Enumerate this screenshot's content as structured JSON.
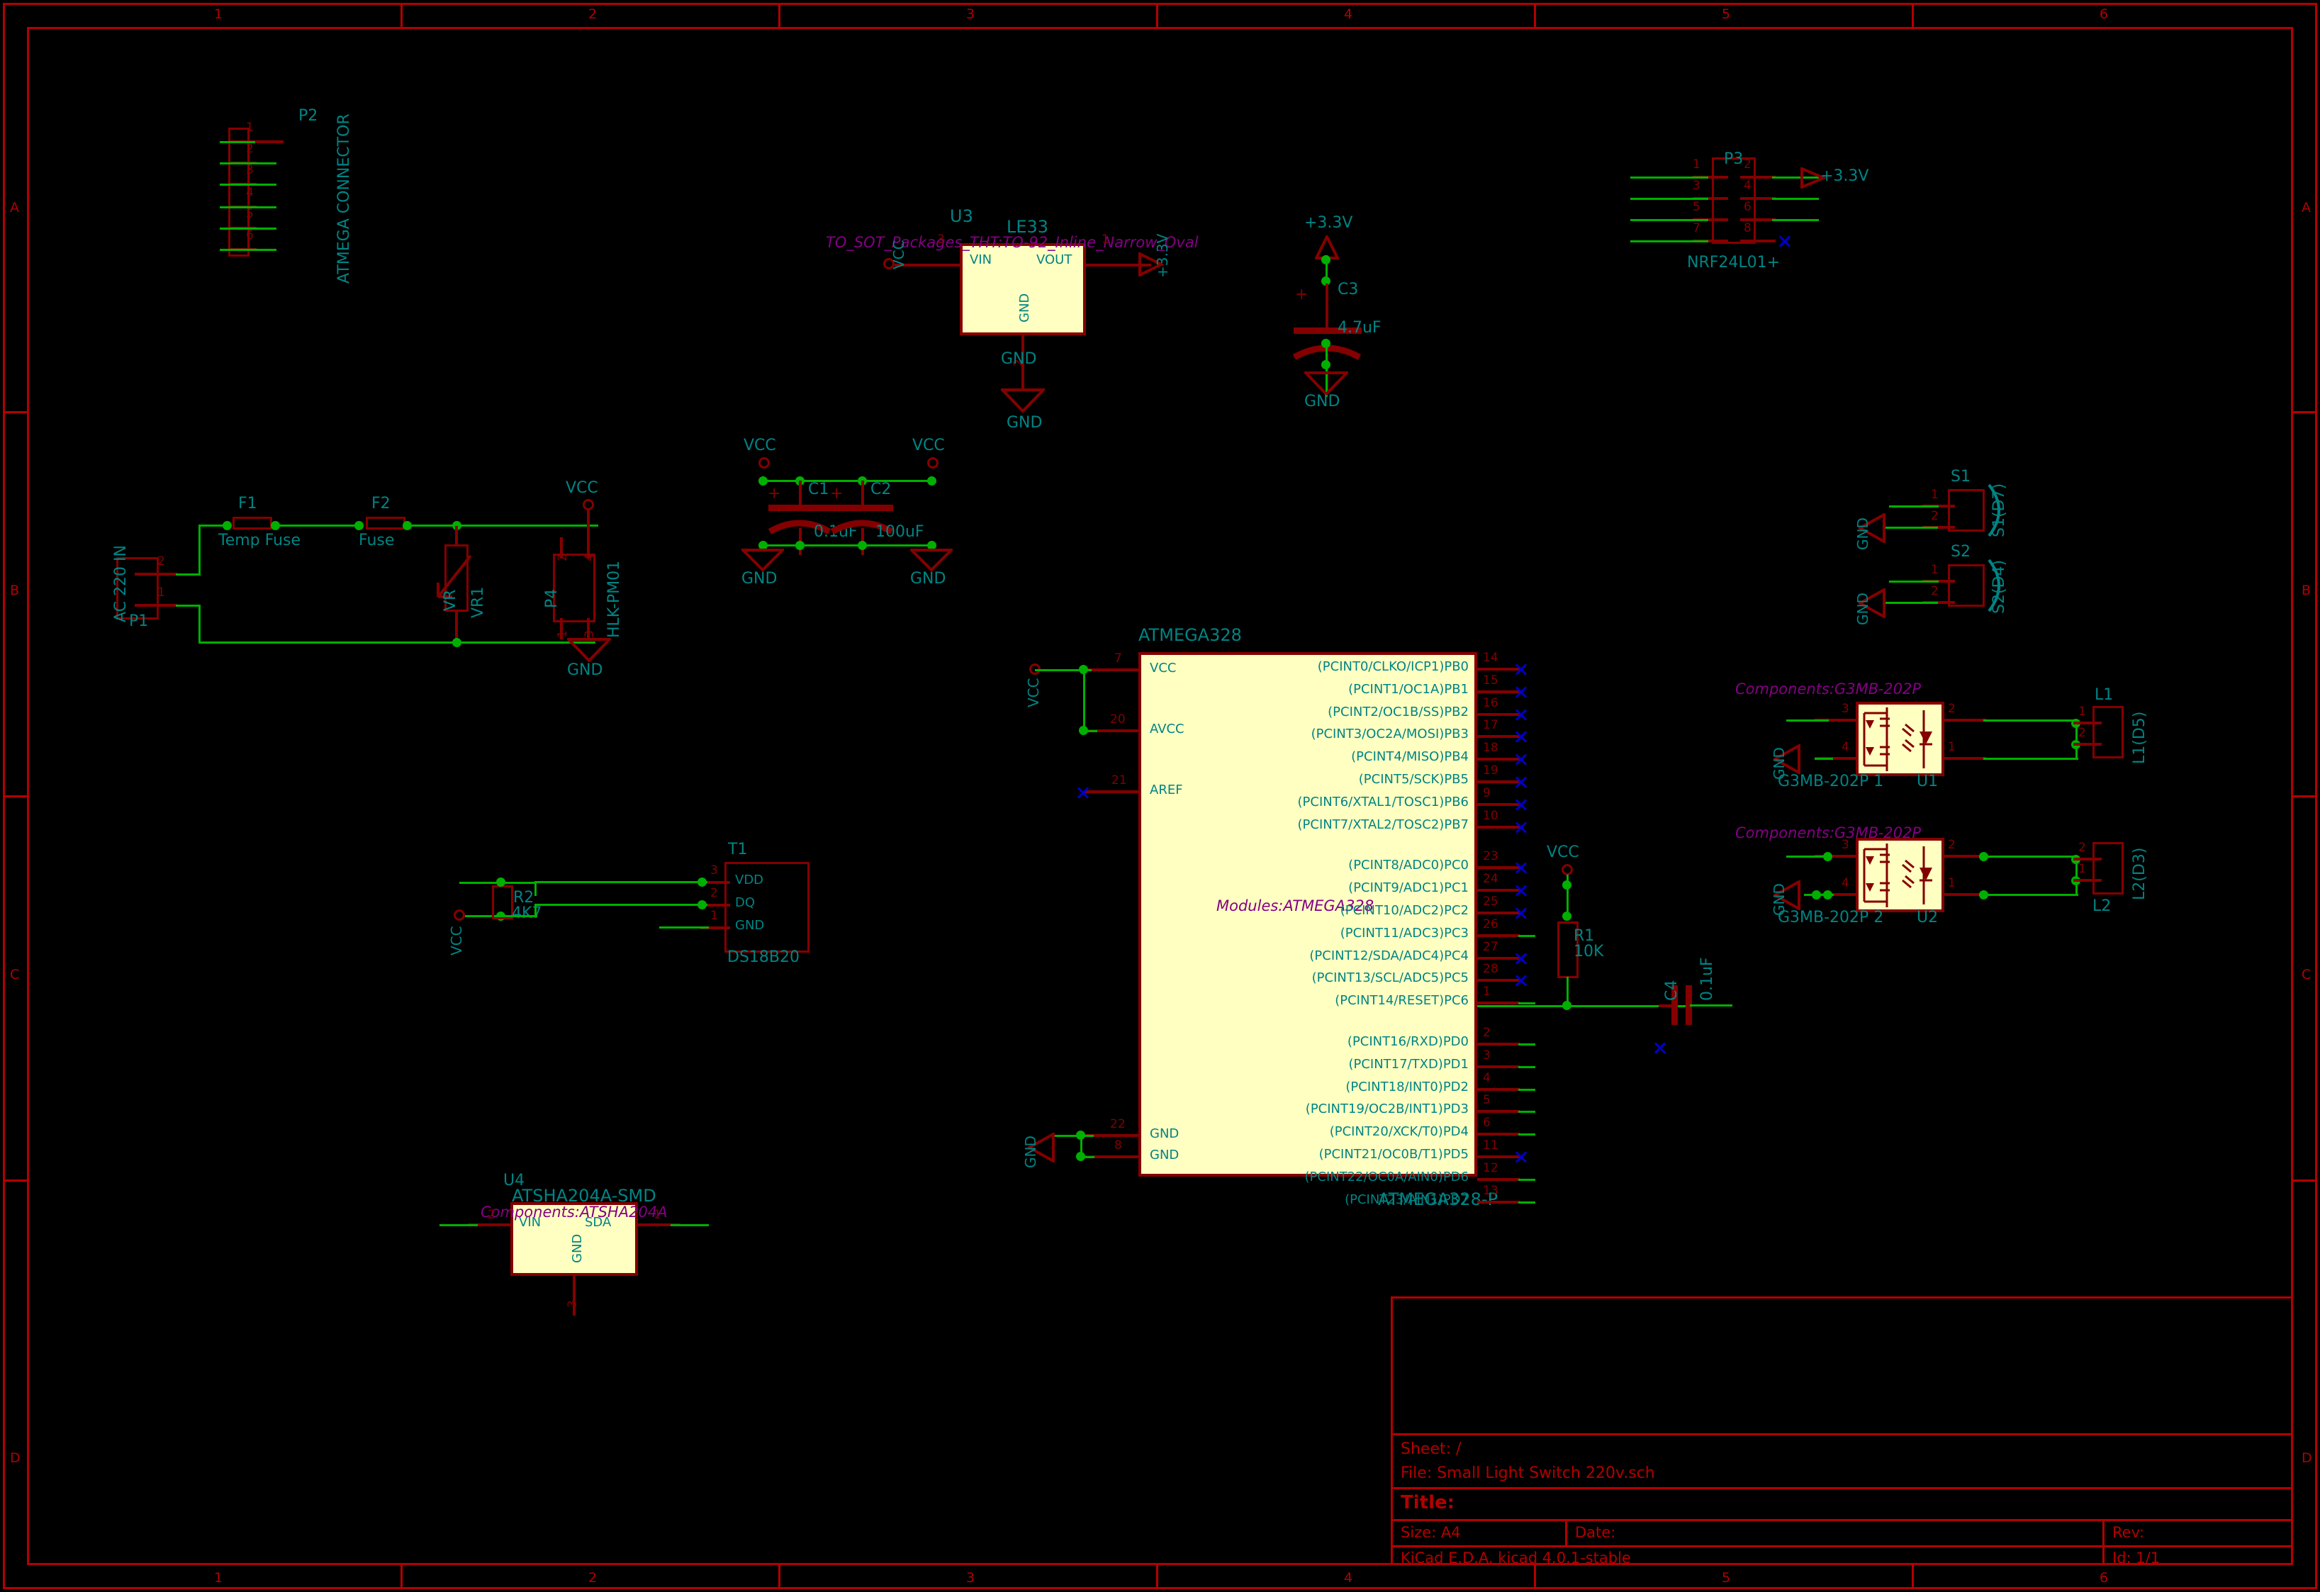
{
  "sheet": {
    "frame": {
      "columns": [
        "1",
        "2",
        "3",
        "4",
        "5",
        "6"
      ],
      "rows": [
        "A",
        "B",
        "C",
        "D"
      ]
    },
    "title_block": {
      "sheet_label": "Sheet: /",
      "file_label": "File: Small Light Switch 220v.sch",
      "title_label": "Title:",
      "size_label": "Size: A4",
      "date_label": "Date:",
      "rev_label": "Rev:",
      "tool_label": "KiCad E.D.A.  kicad 4.0.1-stable",
      "id_label": "Id: 1/1"
    }
  },
  "power_symbols": {
    "vcc": "VCC",
    "gnd": "GND",
    "v33": "+3.3V"
  },
  "components": {
    "P1": {
      "ref": "P1",
      "value": "AC 220 IN",
      "pins": [
        "2",
        "1"
      ]
    },
    "P2": {
      "ref": "P2",
      "value": "ATMEGA CONNECTOR",
      "pins": [
        "1",
        "2",
        "3",
        "4",
        "5",
        "6"
      ]
    },
    "P3": {
      "ref": "P3",
      "value": "NRF24L01+",
      "pins_left": [
        "1",
        "3",
        "5",
        "7"
      ],
      "pins_right": [
        "2",
        "4",
        "6",
        "8"
      ]
    },
    "P4": {
      "ref": "P4",
      "value": "HLK-PM01",
      "pins": [
        "2",
        "4",
        "1",
        "3"
      ]
    },
    "F1": {
      "ref": "F1",
      "value": "Temp Fuse"
    },
    "F2": {
      "ref": "F2",
      "value": "Fuse"
    },
    "VR1": {
      "ref": "VR1",
      "value": "VR"
    },
    "U3": {
      "ref": "U3",
      "value": "LE33",
      "footprint": "TO_SOT_Packages_THT:TO-92_Inline_Narrow_Oval",
      "pin_names": [
        "VIN",
        "VOUT",
        "GND"
      ],
      "pin_nums": [
        "3",
        "1",
        "2"
      ]
    },
    "C1": {
      "ref": "C1",
      "value": "0.1uF",
      "polarity": "+"
    },
    "C2": {
      "ref": "C2",
      "value": "100uF",
      "polarity": "+"
    },
    "C3": {
      "ref": "C3",
      "value": "4.7uF",
      "polarity": "+"
    },
    "C4": {
      "ref": "C4",
      "value": "0.1uF"
    },
    "R1": {
      "ref": "R1",
      "value": "10K"
    },
    "R2": {
      "ref": "R2",
      "value": "4K7"
    },
    "T1": {
      "ref": "T1",
      "value": "DS18B20",
      "pin_names": [
        "VDD",
        "DQ",
        "GND"
      ],
      "pin_nums": [
        "3",
        "2",
        "1"
      ]
    },
    "U4": {
      "ref": "U4",
      "value": "ATSHA204A-SMD",
      "footprint": "Components:ATSHA204A",
      "pin_names": [
        "VIN",
        "SDA",
        "GND"
      ],
      "pin_nums": [
        "2",
        "1",
        "3"
      ]
    },
    "U1": {
      "ref": "U1",
      "value": "G3MB-202P 1",
      "footprint": "Components:G3MB-202P",
      "pin_nums": [
        "3",
        "4",
        "2",
        "1"
      ]
    },
    "U2": {
      "ref": "U2",
      "value": "G3MB-202P 2",
      "footprint": "Components:G3MB-202P",
      "pin_nums": [
        "3",
        "4",
        "2",
        "1"
      ]
    },
    "S1": {
      "ref": "S1",
      "value": "S1(D7)",
      "pins": [
        "1",
        "2"
      ]
    },
    "S2": {
      "ref": "S2",
      "value": "S2(D4)",
      "pins": [
        "1",
        "2"
      ]
    },
    "L1": {
      "ref": "L1",
      "value": "L1(D5)",
      "pins": [
        "1",
        "2"
      ]
    },
    "L2": {
      "ref": "L2",
      "value": "L2(D3)",
      "pins": [
        "2",
        "1"
      ]
    },
    "U5": {
      "ref": "ATMEGA328",
      "value": "ATMEGA328-P",
      "footprint": "Modules:ATMEGA328",
      "left_pins": [
        {
          "num": "7",
          "name": "VCC"
        },
        {
          "num": "20",
          "name": "AVCC"
        },
        {
          "num": "21",
          "name": "AREF"
        },
        {
          "num": "22",
          "name": "GND"
        },
        {
          "num": "8",
          "name": "GND"
        }
      ],
      "right_pins": [
        {
          "num": "14",
          "name": "(PCINT0/CLKO/ICP1)PB0"
        },
        {
          "num": "15",
          "name": "(PCINT1/OC1A)PB1"
        },
        {
          "num": "16",
          "name": "(PCINT2/OC1B/SS)PB2"
        },
        {
          "num": "17",
          "name": "(PCINT3/OC2A/MOSI)PB3"
        },
        {
          "num": "18",
          "name": "(PCINT4/MISO)PB4"
        },
        {
          "num": "19",
          "name": "(PCINT5/SCK)PB5"
        },
        {
          "num": "9",
          "name": "(PCINT6/XTAL1/TOSC1)PB6"
        },
        {
          "num": "10",
          "name": "(PCINT7/XTAL2/TOSC2)PB7"
        },
        {
          "num": "23",
          "name": "(PCINT8/ADC0)PC0"
        },
        {
          "num": "24",
          "name": "(PCINT9/ADC1)PC1"
        },
        {
          "num": "25",
          "name": "(PCINT10/ADC2)PC2"
        },
        {
          "num": "26",
          "name": "(PCINT11/ADC3)PC3"
        },
        {
          "num": "27",
          "name": "(PCINT12/SDA/ADC4)PC4"
        },
        {
          "num": "28",
          "name": "(PCINT13/SCL/ADC5)PC5"
        },
        {
          "num": "1",
          "name": "(PCINT14/RESET)PC6"
        },
        {
          "num": "2",
          "name": "(PCINT16/RXD)PD0"
        },
        {
          "num": "3",
          "name": "(PCINT17/TXD)PD1"
        },
        {
          "num": "4",
          "name": "(PCINT18/INT0)PD2"
        },
        {
          "num": "5",
          "name": "(PCINT19/OC2B/INT1)PD3"
        },
        {
          "num": "6",
          "name": "(PCINT20/XCK/T0)PD4"
        },
        {
          "num": "11",
          "name": "(PCINT21/OC0B/T1)PD5"
        },
        {
          "num": "12",
          "name": "(PCINT22/OC0A/AIN0)PD6"
        },
        {
          "num": "13",
          "name": "(PCINT23/AIN1)PD7"
        }
      ]
    }
  },
  "colors": {
    "wire": "#00b000",
    "component": "#840000",
    "label": "#008484",
    "field": "#840084",
    "body": "#ffffc2",
    "no_connect": "#0000c8",
    "frame": "#b30000"
  }
}
